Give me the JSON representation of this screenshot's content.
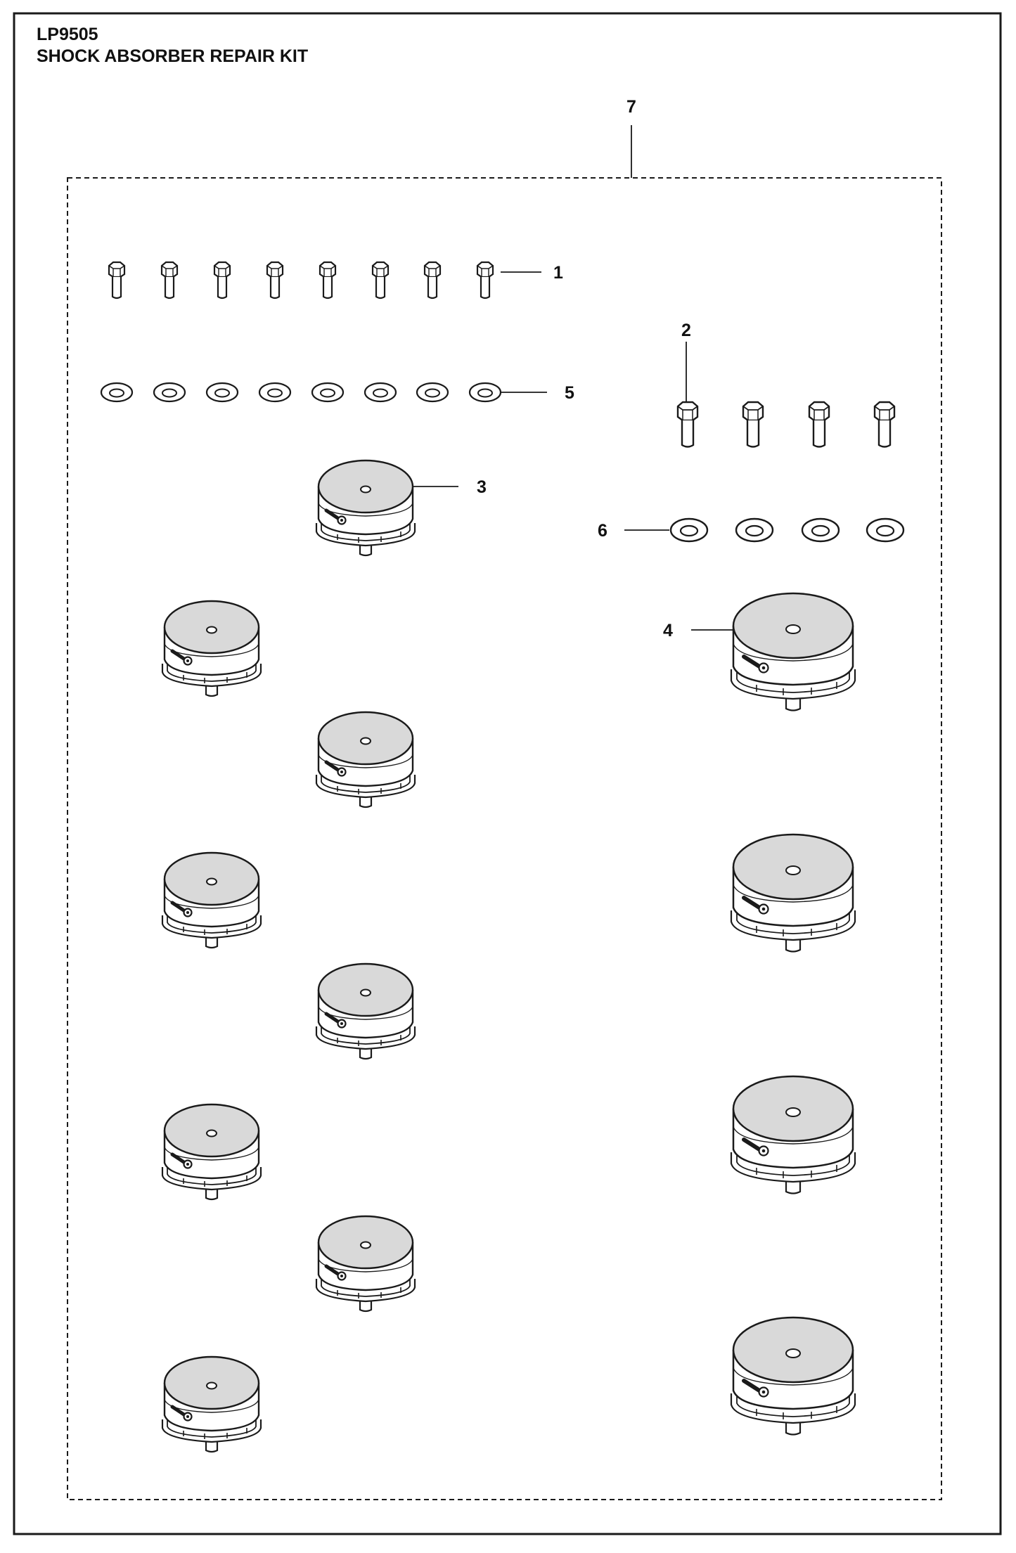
{
  "header": {
    "code": "LP9505",
    "title": "SHOCK ABSORBER REPAIR KIT"
  },
  "callouts": {
    "c1": "1",
    "c2": "2",
    "c3": "3",
    "c4": "4",
    "c5": "5",
    "c6": "6",
    "c7": "7"
  },
  "parts": [
    {
      "ref": "1",
      "description": "Small hex bolt",
      "quantity_shown": 8
    },
    {
      "ref": "2",
      "description": "Large hex bolt",
      "quantity_shown": 4
    },
    {
      "ref": "3",
      "description": "Small shock absorber mount",
      "quantity_shown": 8
    },
    {
      "ref": "4",
      "description": "Large shock absorber mount",
      "quantity_shown": 4
    },
    {
      "ref": "5",
      "description": "Small washer",
      "quantity_shown": 8
    },
    {
      "ref": "6",
      "description": "Large washer",
      "quantity_shown": 4
    },
    {
      "ref": "7",
      "description": "Kit (dashed outline)",
      "quantity_shown": 1
    }
  ],
  "colors": {
    "line": "#1a1a1a",
    "shade": "#d9d9d9",
    "background": "#ffffff"
  }
}
